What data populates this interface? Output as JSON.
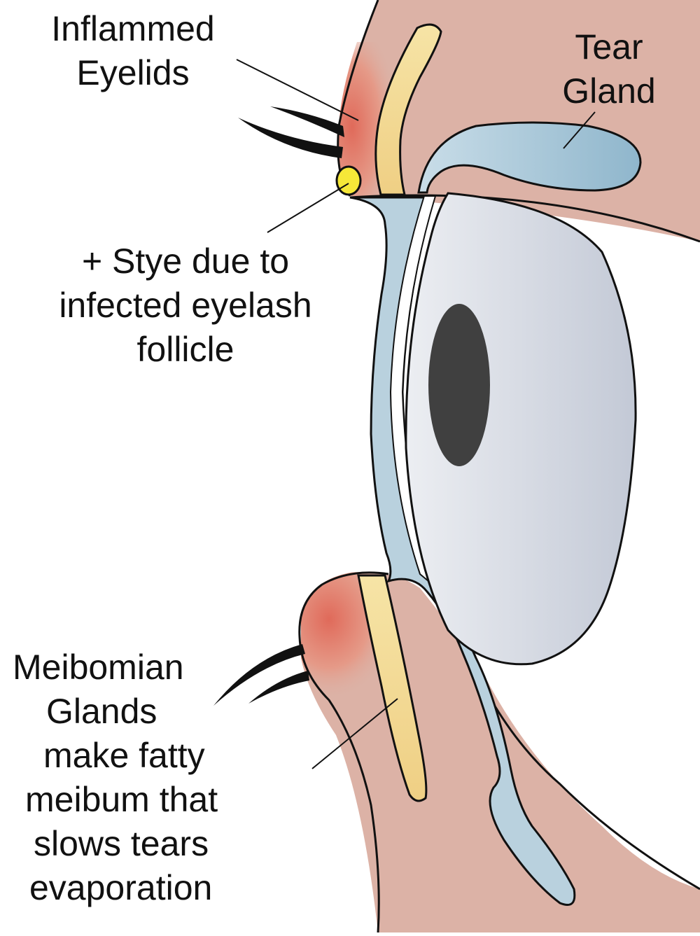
{
  "colors": {
    "skin": "#dcb2a6",
    "inflamed": "#e07868",
    "gland_yellow": "#f2dc96",
    "tear_blue": "#a9c8da",
    "eyeball": "#dde2ea",
    "pupil": "#404040",
    "stye": "#f6e838",
    "outline": "#111111"
  },
  "labels": {
    "inflamed_eyelids": [
      "Inflammed",
      "Eyelids"
    ],
    "tear_gland": [
      "Tear",
      "Gland"
    ],
    "stye": [
      "+ Stye due to",
      "infected eyelash",
      "follicle"
    ],
    "meibomian": [
      "Meibomian",
      "Glands",
      "make fatty",
      "meibum that",
      "slows tears",
      "evaporation"
    ]
  }
}
